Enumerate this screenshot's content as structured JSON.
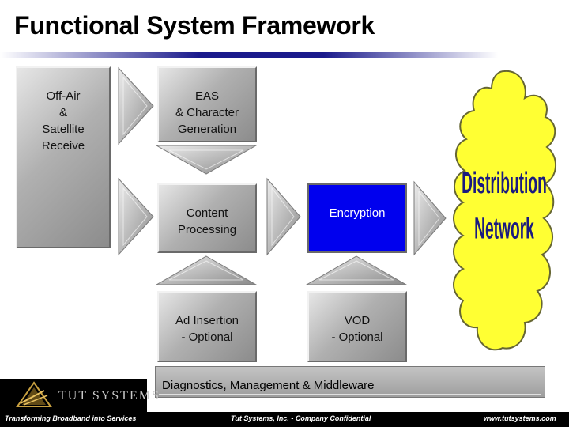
{
  "title": "Functional System Framework",
  "boxes": {
    "off_air": "Off-Air\n&\nSatellite\nReceive",
    "eas": "EAS\n& Character\nGeneration",
    "content": "Content\nProcessing",
    "encryption": "Encryption",
    "ad": "Ad Insertion\n- Optional",
    "vod": "VOD\n- Optional"
  },
  "cloud": {
    "line1": "Distribution",
    "line2": "Network"
  },
  "diagnostics_bar": "Diagnostics, Management & Middleware",
  "logo": {
    "name": "TUT SYSTEMS"
  },
  "footer": {
    "tagline": "Transforming Broadband into Services",
    "confidential": "Tut Systems, Inc. - Company Confidential",
    "url": "www.tutsystems.com"
  },
  "colors": {
    "title_rule": "#1a1a8c",
    "encryption_box": "#0000ee",
    "cloud_fill": "#ffff33",
    "cloud_text": "#1a1a80",
    "footer_bg": "#000000"
  },
  "icons": [
    "arrow-right-icon",
    "arrow-down-icon",
    "arrow-up-icon",
    "cloud-icon",
    "pyramid-logo-icon"
  ]
}
